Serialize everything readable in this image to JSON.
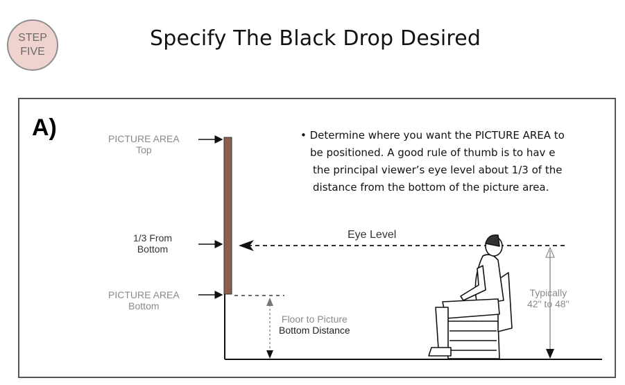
{
  "step": {
    "line1": "STEP",
    "line2": "FIVE"
  },
  "title": "Specify The Black Drop Desired",
  "panel": {
    "label": "A)",
    "picture_top": {
      "line1": "PICTURE AREA",
      "line2": "Top"
    },
    "one_third": {
      "line1": "1/3 From",
      "line2": "Bottom"
    },
    "picture_bottom": {
      "line1": "PICTURE AREA",
      "line2": "Bottom"
    },
    "eye_level": "Eye Level",
    "floor_to_picture": {
      "line1": "Floor to Picture",
      "line2": "Bottom Distance"
    },
    "typically": {
      "line1": "Typically",
      "line2": "42\" to 48\""
    },
    "note_lines": [
      "• Determine where you want the PICTURE AREA to",
      "be positioned. A good rule of thumb is to hav e",
      "the principal viewer’s eye level about 1/3 of the",
      "distance from the bottom of the picture area."
    ]
  },
  "colors": {
    "badge_fill": "#efd3cf",
    "screen_bar": "#8b5e4e",
    "line": "#111111",
    "label_gray": "#8a8a8a"
  }
}
